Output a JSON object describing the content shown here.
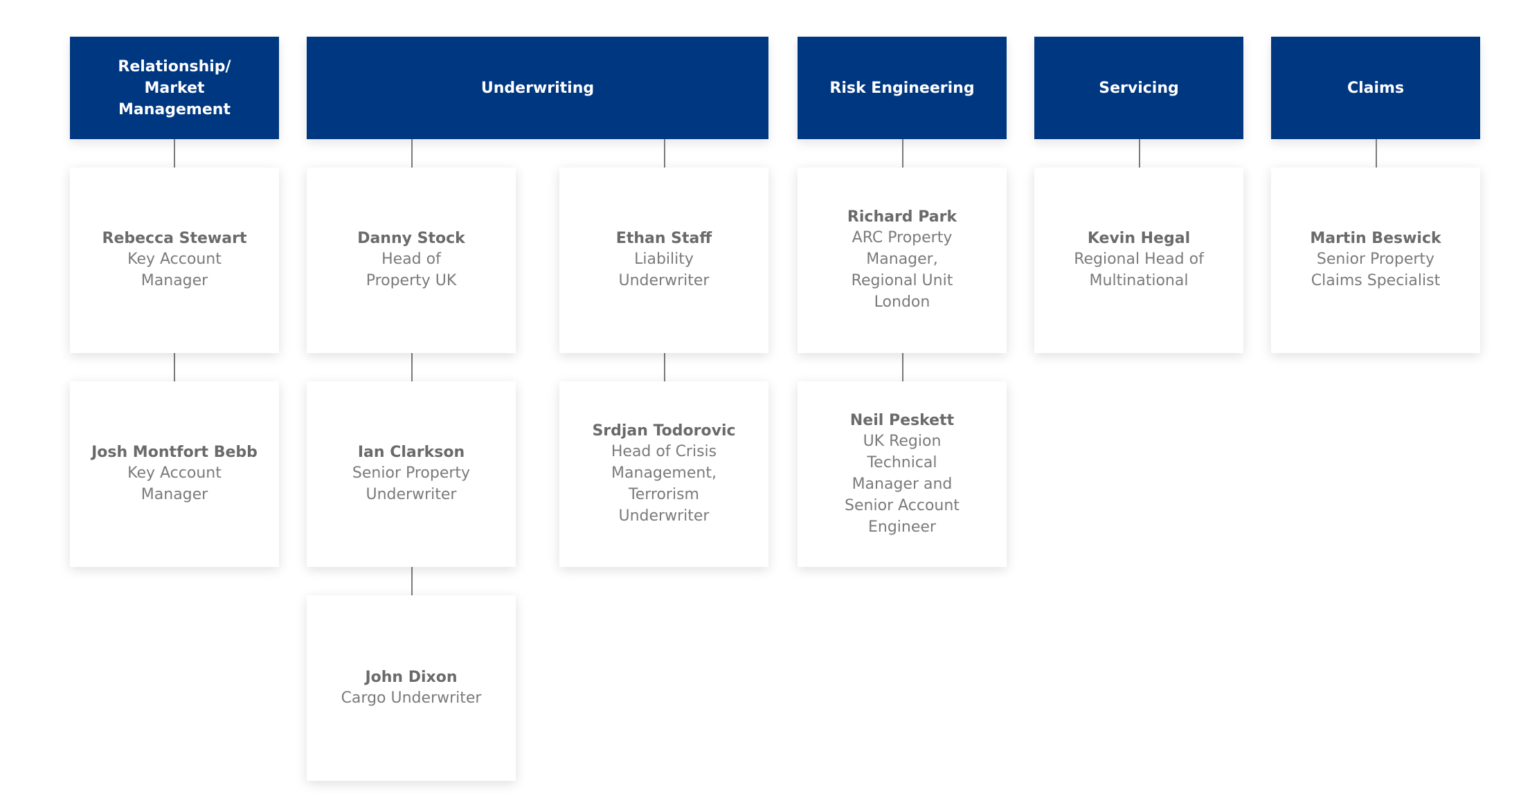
{
  "headers": {
    "relationship": "Relationship/ Market Management",
    "underwriting": "Underwriting",
    "risk_engineering": "Risk Engineering",
    "servicing": "Servicing",
    "claims": "Claims"
  },
  "people": {
    "rebecca": {
      "name": "Rebecca Stewart",
      "role": "Key Account Manager"
    },
    "josh": {
      "name": "Josh Montfort Bebb",
      "role": "Key Account Manager"
    },
    "danny": {
      "name": "Danny Stock",
      "role": "Head of Property UK"
    },
    "ian": {
      "name": "Ian Clarkson",
      "role": "Senior Property Underwriter"
    },
    "john": {
      "name": "John Dixon",
      "role": "Cargo Underwriter"
    },
    "ethan": {
      "name": "Ethan Staff",
      "role": "Liability Underwriter"
    },
    "srdjan": {
      "name": "Srdjan Todorovic",
      "role": "Head of Crisis Management, Terrorism Underwriter"
    },
    "richard": {
      "name": "Richard Park",
      "role": "ARC Property Manager, Regional Unit London"
    },
    "neil": {
      "name": "Neil Peskett",
      "role": "UK Region Technical Manager and Senior Account Engineer"
    },
    "kevin": {
      "name": "Kevin Hegal",
      "role": "Regional Head of Multinational"
    },
    "martin": {
      "name": "Martin Beswick",
      "role": "Senior Property Claims Specialist"
    }
  },
  "colors": {
    "header_bg": "#003781",
    "header_text": "#ffffff",
    "card_text": "#707070",
    "connector": "#7a7a7a"
  }
}
